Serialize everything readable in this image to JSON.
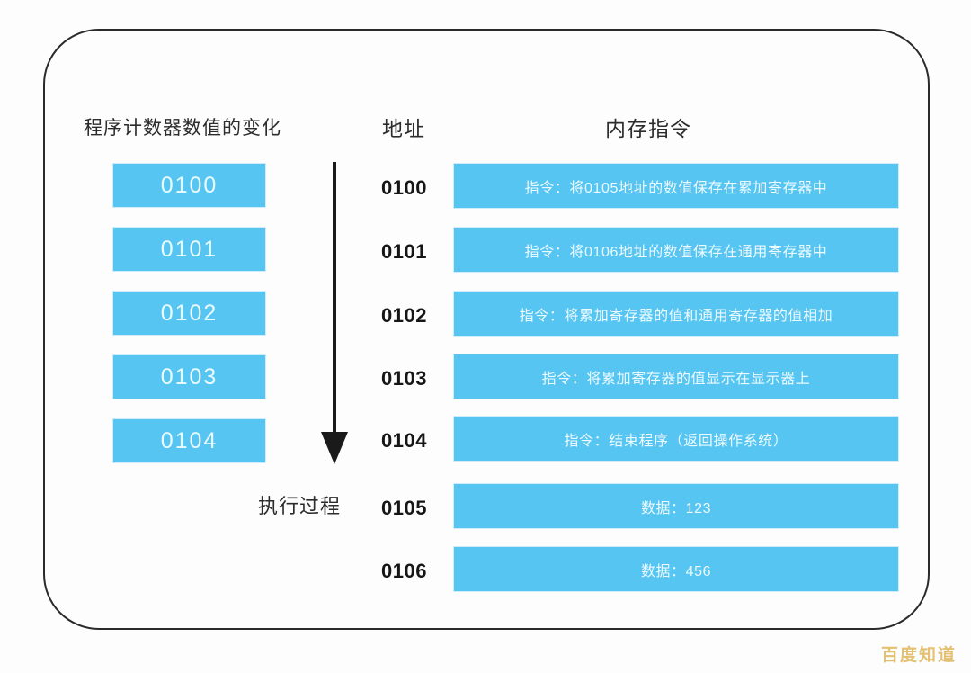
{
  "headers": {
    "program_counter": "程序计数器数值的变化",
    "address": "地址",
    "memory_instruction": "内存指令"
  },
  "flow": {
    "arrow_icon": "down-arrow-icon",
    "label": "执行过程"
  },
  "program_counter_values": [
    "0100",
    "0101",
    "0102",
    "0103",
    "0104"
  ],
  "memory_rows": [
    {
      "address": "0100",
      "content": "指令：将0105地址的数值保存在累加寄存器中"
    },
    {
      "address": "0101",
      "content": "指令：将0106地址的数值保存在通用寄存器中"
    },
    {
      "address": "0102",
      "content": "指令：将累加寄存器的值和通用寄存器的值相加"
    },
    {
      "address": "0103",
      "content": "指令：将累加寄存器的值显示在显示器上"
    },
    {
      "address": "0104",
      "content": "指令：结束程序（返回操作系统）"
    },
    {
      "address": "0105",
      "content": "数据：123"
    },
    {
      "address": "0106",
      "content": "数据：456"
    }
  ],
  "watermark": "百度知道",
  "colors": {
    "bar_blue": "#56c5f2",
    "bar_text": "#ecfaff",
    "frame_border": "#2b2b2b",
    "watermark": "#e3bd6a",
    "background": "#fdfdfd"
  }
}
